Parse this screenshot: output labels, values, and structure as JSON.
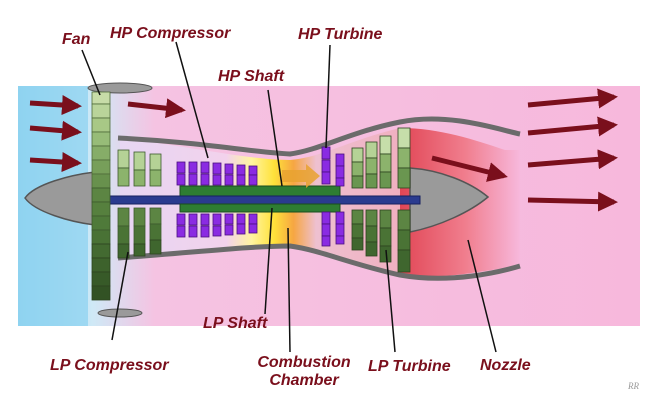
{
  "labels": {
    "fan": "Fan",
    "hp_compressor": "HP Compressor",
    "hp_turbine": "HP Turbine",
    "hp_shaft": "HP Shaft",
    "lp_compressor": "LP Compressor",
    "lp_shaft": "LP Shaft",
    "combustion_line1": "Combustion",
    "combustion_line2": "Chamber",
    "lp_turbine": "LP Turbine",
    "nozzle": "Nozzle"
  },
  "signature": "RR",
  "colors": {
    "label": "#7a0f1c",
    "arrow": "#7a0f1c",
    "fan_green": "#4f7a3a",
    "light_green": "#b8d49a",
    "compressor_purple": "#8a2be2",
    "shaft_green": "#2e7d32",
    "shaft_blue": "#2a3b8f",
    "casing_grey": "#9a9a9a",
    "inlet_blue": "#8fd3f0",
    "bypass_pink": "#f7b6dc",
    "combustion_yellow": "#ffe23a",
    "exhaust_red": "#e8505a"
  }
}
